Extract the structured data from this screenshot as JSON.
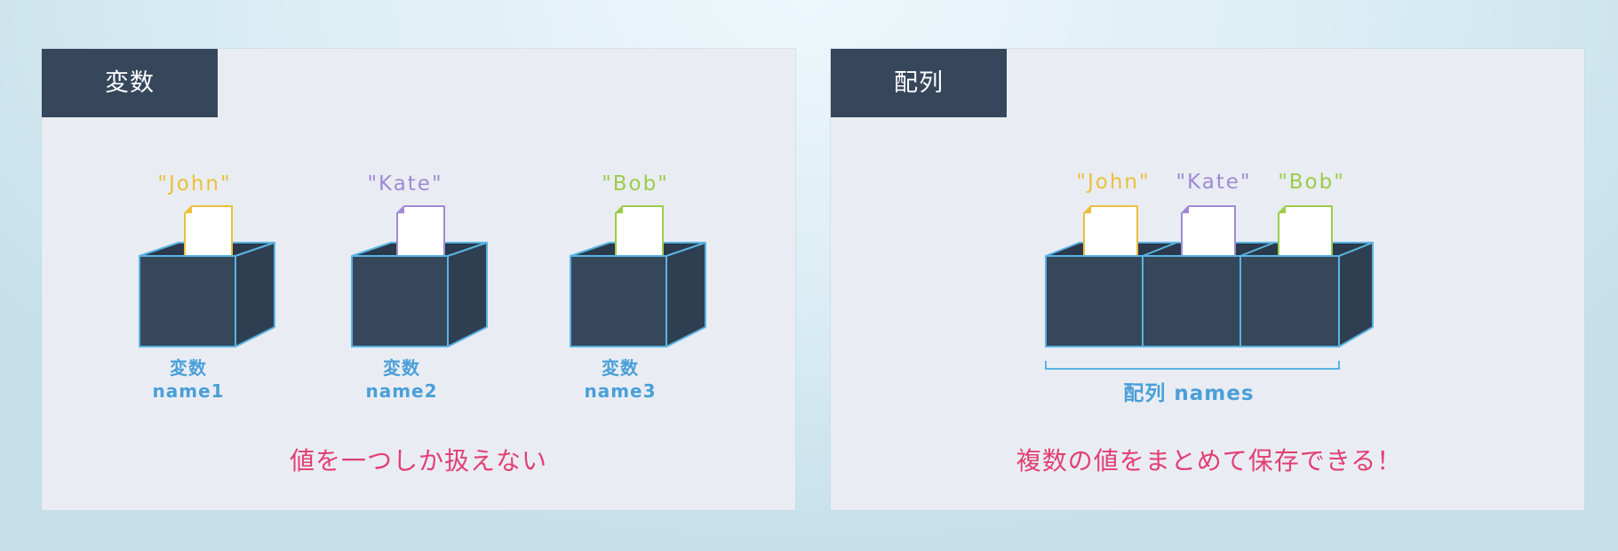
{
  "colors": {
    "box_fill": "#36475c",
    "box_outline": "#5ab4e2",
    "accent_caption": "#e33f72",
    "label_blue": "#4a9fd8",
    "john": "#ecbf3b",
    "kate": "#a08ad4",
    "bob": "#9ccc4a"
  },
  "left_panel": {
    "title": "変数",
    "variables": [
      {
        "value": "\"John\"",
        "kind": "変数",
        "name": "name1",
        "color": "#ecbf3b"
      },
      {
        "value": "\"Kate\"",
        "kind": "変数",
        "name": "name2",
        "color": "#a08ad4"
      },
      {
        "value": "\"Bob\"",
        "kind": "変数",
        "name": "name3",
        "color": "#9ccc4a"
      }
    ],
    "caption": "値を一つしか扱えない"
  },
  "right_panel": {
    "title": "配列",
    "values": [
      {
        "value": "\"John\"",
        "color": "#ecbf3b"
      },
      {
        "value": "\"Kate\"",
        "color": "#a08ad4"
      },
      {
        "value": "\"Bob\"",
        "color": "#9ccc4a"
      }
    ],
    "array_label": "配列 names",
    "caption": "複数の値をまとめて保存できる！"
  }
}
